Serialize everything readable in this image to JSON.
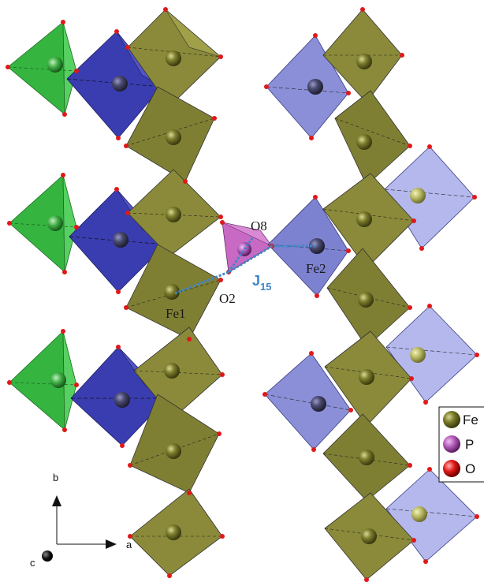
{
  "colors": {
    "fe_polyhedron": "#8a8a3a",
    "fe_polyhedron_light": "#a5a552",
    "p_tetra_green": "#3fbe4a",
    "fe_blue_dark": "#3a3db0",
    "fe_blue_light": "#8085d6",
    "p_tetra_magenta": "#c86ac4",
    "oxygen": "#e01a1a",
    "exchange_path": "#3f86c8"
  },
  "labels": {
    "O8": "O8",
    "O2": "O2",
    "Fe1": "Fe1",
    "Fe2": "Fe2",
    "J": "J",
    "J_sub": "15"
  },
  "axes": {
    "b": "b",
    "a": "a",
    "c": "c"
  },
  "legend": [
    {
      "label": "Fe",
      "color": "#7a7a2a"
    },
    {
      "label": "P",
      "color": "#b25ab8"
    },
    {
      "label": "O",
      "color": "#e01818"
    }
  ]
}
